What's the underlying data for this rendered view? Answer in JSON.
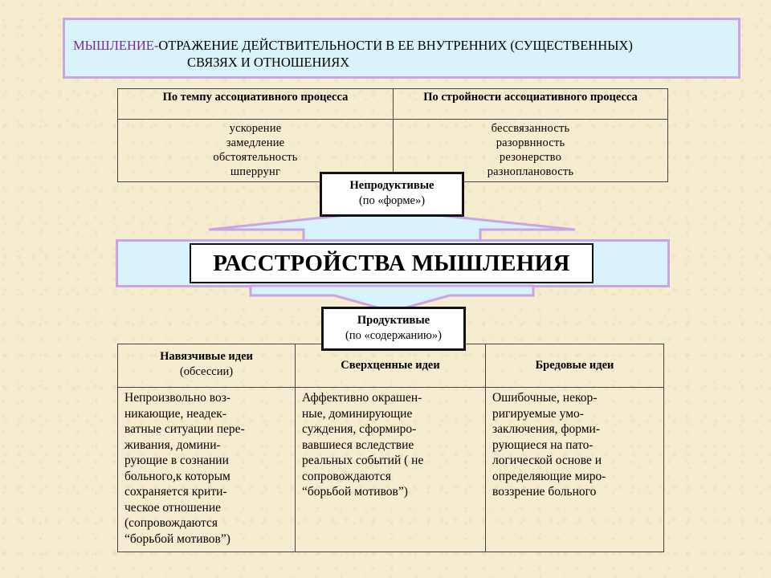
{
  "title": {
    "term": "МЫШЛЕНИЕ-",
    "line1": "ОТРАЖЕНИЕ ДЕЙСТВИТЕЛЬНОСТИ В ЕЕ ВНУТРЕННИХ (СУЩЕСТВЕННЫХ)",
    "line2": "СВЯЗЯХ И ОТНОШЕНИЯХ"
  },
  "top_table": {
    "columns": [
      {
        "header": "По темпу ассоциативного процесса",
        "items": [
          "ускорение",
          "замедление",
          "обстоятельность",
          "шперрунг"
        ]
      },
      {
        "header": "По стройности ассоциативного процесса",
        "items": [
          "бессвязанность",
          "разорвнность",
          "резонерство",
          "разноплановость"
        ]
      }
    ]
  },
  "nonproductive": {
    "title": "Непродуктивые",
    "subtitle": "(по «форме»)"
  },
  "main_title": "РАССТРОЙСТВА МЫШЛЕНИЯ",
  "productive": {
    "title": "Продуктивые",
    "subtitle": "(по «содержанию»)"
  },
  "bottom_table": {
    "columns": [
      {
        "header": "Навязчивые идеи",
        "subheader": "(обсессии)",
        "text": "Непроизвольно воз-\nникающие, неадек-\nватные ситуации пере-\nживания, домини-\nрующие в сознании\nбольного,к которым\nсохраняется крити-\nческое отношение\n(сопровождаются\n“борьбой мотивов”)"
      },
      {
        "header": "Сверхценные идеи",
        "subheader": "",
        "text": "Аффективно окрашен-\nные, доминирующие\nсуждения, сформиро-\nвавшиеся вследствие\nреальных событий ( не\nсопровождаются\n“борьбой мотивов”)"
      },
      {
        "header": "Бредовые идеи",
        "subheader": "",
        "text": "Ошибочные, некор-\nригируемые умо-\nзаключения, форми-\nрующиеся на пато-\nлогической основе и\nопределяющие миро-\nвоззрение больного"
      }
    ]
  },
  "colors": {
    "band_fill": "#d8f3fb",
    "band_border": "#c9a5e6",
    "term_color": "#7a2a9a"
  }
}
